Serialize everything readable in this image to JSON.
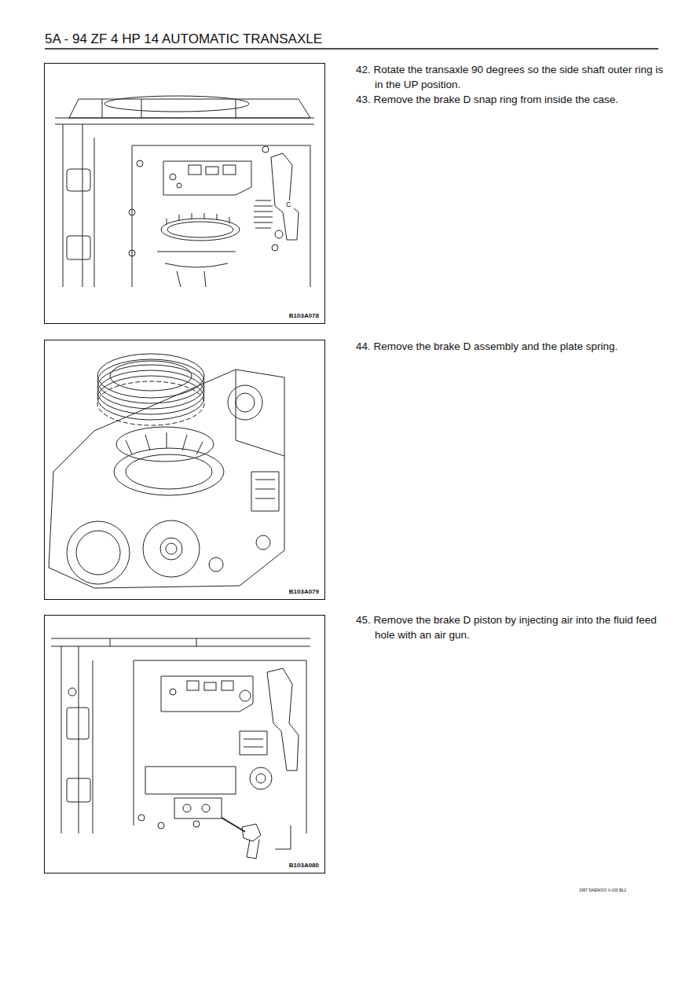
{
  "diagram": {
    "title": "5A - 94  ZF 4 HP 14 AUTOMATIC TRANSAXLE",
    "nodes": [
      {
        "text": [
          "B103A078"
        ]
      },
      {
        "text": [
          "B103A079"
        ]
      },
      {
        "text": [
          "B103A080"
        ]
      }
    ],
    "labels": [
      "42. Rotate the transaxle 90 degrees so the side shaft outer ring is in the UP position.",
      "43. Remove the brake D snap ring from inside the case.",
      "44. Remove the brake D assembly and the plate spring.",
      "45. Remove the brake D piston by injecting air into the fluid feed hole with an air gun.",
      "C",
      "1997 DAEWOO V-100 BL2"
    ]
  }
}
